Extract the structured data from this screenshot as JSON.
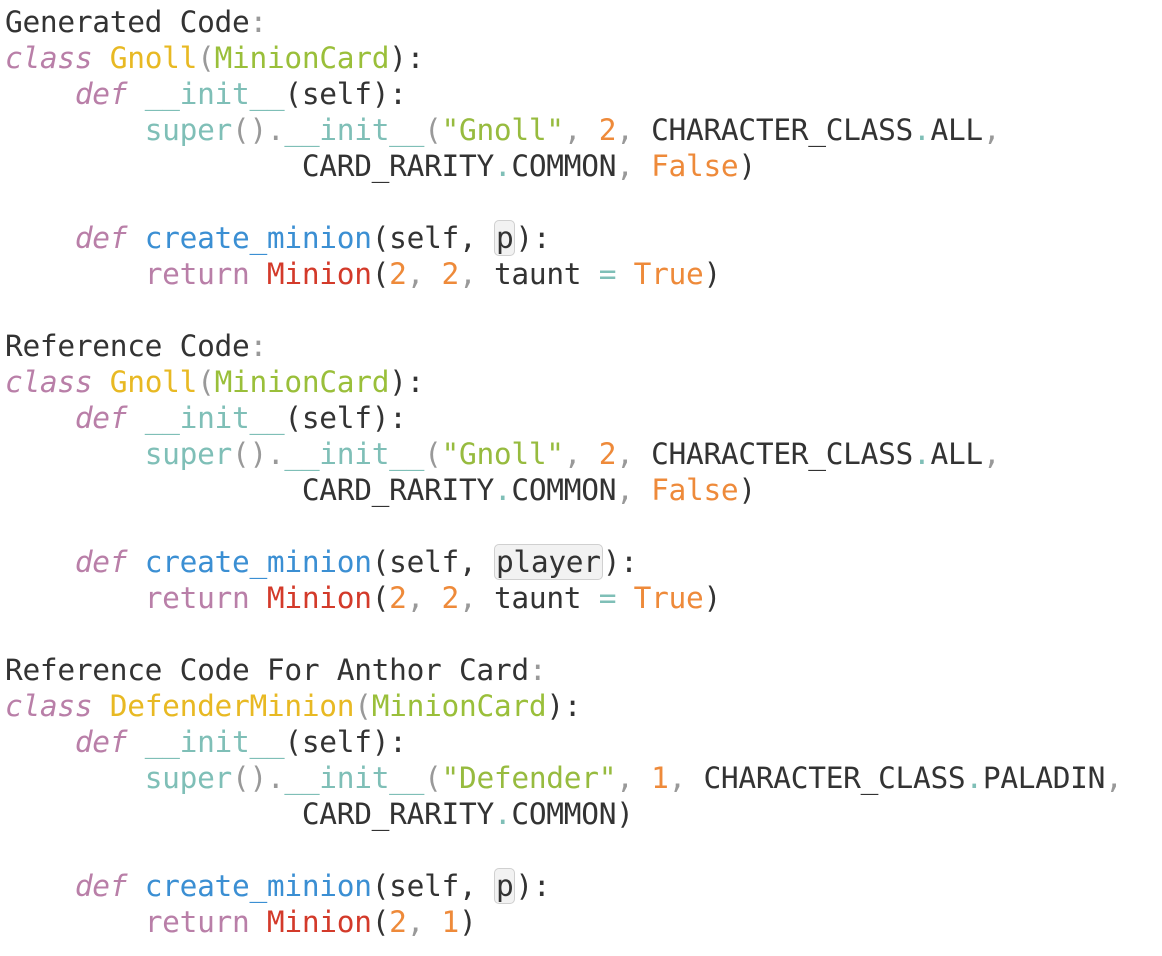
{
  "document": {
    "lines": [
      [
        {
          "t": "Generated Code",
          "c": "plain"
        },
        {
          "t": ":",
          "c": "muted"
        }
      ],
      [
        {
          "t": "class",
          "c": "kw"
        },
        {
          "t": " ",
          "c": "plain"
        },
        {
          "t": "Gnoll",
          "c": "cls"
        },
        {
          "t": "(",
          "c": "muted"
        },
        {
          "t": "MinionCard",
          "c": "base"
        },
        {
          "t": "):",
          "c": "punct"
        }
      ],
      [
        {
          "t": "    ",
          "c": "plain"
        },
        {
          "t": "def",
          "c": "kw"
        },
        {
          "t": " ",
          "c": "plain"
        },
        {
          "t": "__init__",
          "c": "dunder"
        },
        {
          "t": "(self):",
          "c": "punct"
        }
      ],
      [
        {
          "t": "        ",
          "c": "plain"
        },
        {
          "t": "super",
          "c": "dunder"
        },
        {
          "t": "().",
          "c": "muted"
        },
        {
          "t": "__init__",
          "c": "dunder"
        },
        {
          "t": "(",
          "c": "muted"
        },
        {
          "t": "\"Gnoll\"",
          "c": "str"
        },
        {
          "t": ", ",
          "c": "muted"
        },
        {
          "t": "2",
          "c": "num"
        },
        {
          "t": ", ",
          "c": "muted"
        },
        {
          "t": "CHARACTER_CLASS",
          "c": "plain"
        },
        {
          "t": ".",
          "c": "dot"
        },
        {
          "t": "ALL",
          "c": "plain"
        },
        {
          "t": ",",
          "c": "muted"
        }
      ],
      [
        {
          "t": "                 ",
          "c": "plain"
        },
        {
          "t": "CARD_RARITY",
          "c": "plain"
        },
        {
          "t": ".",
          "c": "dot"
        },
        {
          "t": "COMMON",
          "c": "plain"
        },
        {
          "t": ", ",
          "c": "muted"
        },
        {
          "t": "False",
          "c": "const"
        },
        {
          "t": ")",
          "c": "punct"
        }
      ],
      [
        {
          "t": "",
          "c": "plain"
        }
      ],
      [
        {
          "t": "    ",
          "c": "plain"
        },
        {
          "t": "def",
          "c": "kw"
        },
        {
          "t": " ",
          "c": "plain"
        },
        {
          "t": "create_minion",
          "c": "func"
        },
        {
          "t": "(self, ",
          "c": "punct"
        },
        {
          "t": "p",
          "c": "hl"
        },
        {
          "t": "):",
          "c": "punct"
        }
      ],
      [
        {
          "t": "        ",
          "c": "plain"
        },
        {
          "t": "return",
          "c": "ret"
        },
        {
          "t": " ",
          "c": "plain"
        },
        {
          "t": "Minion",
          "c": "call"
        },
        {
          "t": "(",
          "c": "punct"
        },
        {
          "t": "2",
          "c": "num"
        },
        {
          "t": ", ",
          "c": "muted"
        },
        {
          "t": "2",
          "c": "num"
        },
        {
          "t": ", ",
          "c": "muted"
        },
        {
          "t": "taunt ",
          "c": "plain"
        },
        {
          "t": "=",
          "c": "dot"
        },
        {
          "t": " ",
          "c": "plain"
        },
        {
          "t": "True",
          "c": "const"
        },
        {
          "t": ")",
          "c": "punct"
        }
      ],
      [
        {
          "t": "",
          "c": "plain"
        }
      ],
      [
        {
          "t": "Reference Code",
          "c": "plain"
        },
        {
          "t": ":",
          "c": "muted"
        }
      ],
      [
        {
          "t": "class",
          "c": "kw"
        },
        {
          "t": " ",
          "c": "plain"
        },
        {
          "t": "Gnoll",
          "c": "cls"
        },
        {
          "t": "(",
          "c": "muted"
        },
        {
          "t": "MinionCard",
          "c": "base"
        },
        {
          "t": "):",
          "c": "punct"
        }
      ],
      [
        {
          "t": "    ",
          "c": "plain"
        },
        {
          "t": "def",
          "c": "kw"
        },
        {
          "t": " ",
          "c": "plain"
        },
        {
          "t": "__init__",
          "c": "dunder"
        },
        {
          "t": "(self):",
          "c": "punct"
        }
      ],
      [
        {
          "t": "        ",
          "c": "plain"
        },
        {
          "t": "super",
          "c": "dunder"
        },
        {
          "t": "().",
          "c": "muted"
        },
        {
          "t": "__init__",
          "c": "dunder"
        },
        {
          "t": "(",
          "c": "muted"
        },
        {
          "t": "\"Gnoll\"",
          "c": "str"
        },
        {
          "t": ", ",
          "c": "muted"
        },
        {
          "t": "2",
          "c": "num"
        },
        {
          "t": ", ",
          "c": "muted"
        },
        {
          "t": "CHARACTER_CLASS",
          "c": "plain"
        },
        {
          "t": ".",
          "c": "dot"
        },
        {
          "t": "ALL",
          "c": "plain"
        },
        {
          "t": ",",
          "c": "muted"
        }
      ],
      [
        {
          "t": "                 ",
          "c": "plain"
        },
        {
          "t": "CARD_RARITY",
          "c": "plain"
        },
        {
          "t": ".",
          "c": "dot"
        },
        {
          "t": "COMMON",
          "c": "plain"
        },
        {
          "t": ", ",
          "c": "muted"
        },
        {
          "t": "False",
          "c": "const"
        },
        {
          "t": ")",
          "c": "punct"
        }
      ],
      [
        {
          "t": "",
          "c": "plain"
        }
      ],
      [
        {
          "t": "    ",
          "c": "plain"
        },
        {
          "t": "def",
          "c": "kw"
        },
        {
          "t": " ",
          "c": "plain"
        },
        {
          "t": "create_minion",
          "c": "func"
        },
        {
          "t": "(self, ",
          "c": "punct"
        },
        {
          "t": "player",
          "c": "hl"
        },
        {
          "t": "):",
          "c": "punct"
        }
      ],
      [
        {
          "t": "        ",
          "c": "plain"
        },
        {
          "t": "return",
          "c": "ret"
        },
        {
          "t": " ",
          "c": "plain"
        },
        {
          "t": "Minion",
          "c": "call"
        },
        {
          "t": "(",
          "c": "punct"
        },
        {
          "t": "2",
          "c": "num"
        },
        {
          "t": ", ",
          "c": "muted"
        },
        {
          "t": "2",
          "c": "num"
        },
        {
          "t": ", ",
          "c": "muted"
        },
        {
          "t": "taunt ",
          "c": "plain"
        },
        {
          "t": "=",
          "c": "dot"
        },
        {
          "t": " ",
          "c": "plain"
        },
        {
          "t": "True",
          "c": "const"
        },
        {
          "t": ")",
          "c": "punct"
        }
      ],
      [
        {
          "t": "",
          "c": "plain"
        }
      ],
      [
        {
          "t": "Reference Code For Anthor Card",
          "c": "plain"
        },
        {
          "t": ":",
          "c": "muted"
        }
      ],
      [
        {
          "t": "class",
          "c": "kw"
        },
        {
          "t": " ",
          "c": "plain"
        },
        {
          "t": "DefenderMinion",
          "c": "cls"
        },
        {
          "t": "(",
          "c": "muted"
        },
        {
          "t": "MinionCard",
          "c": "base"
        },
        {
          "t": "):",
          "c": "punct"
        }
      ],
      [
        {
          "t": "    ",
          "c": "plain"
        },
        {
          "t": "def",
          "c": "kw"
        },
        {
          "t": " ",
          "c": "plain"
        },
        {
          "t": "__init__",
          "c": "dunder"
        },
        {
          "t": "(self):",
          "c": "punct"
        }
      ],
      [
        {
          "t": "        ",
          "c": "plain"
        },
        {
          "t": "super",
          "c": "dunder"
        },
        {
          "t": "().",
          "c": "muted"
        },
        {
          "t": "__init__",
          "c": "dunder"
        },
        {
          "t": "(",
          "c": "muted"
        },
        {
          "t": "\"Defender\"",
          "c": "str"
        },
        {
          "t": ", ",
          "c": "muted"
        },
        {
          "t": "1",
          "c": "num"
        },
        {
          "t": ", ",
          "c": "muted"
        },
        {
          "t": "CHARACTER_CLASS",
          "c": "plain"
        },
        {
          "t": ".",
          "c": "dot"
        },
        {
          "t": "PALADIN",
          "c": "plain"
        },
        {
          "t": ",",
          "c": "muted"
        }
      ],
      [
        {
          "t": "                 ",
          "c": "plain"
        },
        {
          "t": "CARD_RARITY",
          "c": "plain"
        },
        {
          "t": ".",
          "c": "dot"
        },
        {
          "t": "COMMON",
          "c": "plain"
        },
        {
          "t": ")",
          "c": "punct"
        }
      ],
      [
        {
          "t": "",
          "c": "plain"
        }
      ],
      [
        {
          "t": "    ",
          "c": "plain"
        },
        {
          "t": "def",
          "c": "kw"
        },
        {
          "t": " ",
          "c": "plain"
        },
        {
          "t": "create_minion",
          "c": "func"
        },
        {
          "t": "(self, ",
          "c": "punct"
        },
        {
          "t": "p",
          "c": "hl"
        },
        {
          "t": "):",
          "c": "punct"
        }
      ],
      [
        {
          "t": "        ",
          "c": "plain"
        },
        {
          "t": "return",
          "c": "ret"
        },
        {
          "t": " ",
          "c": "plain"
        },
        {
          "t": "Minion",
          "c": "call"
        },
        {
          "t": "(",
          "c": "punct"
        },
        {
          "t": "2",
          "c": "num"
        },
        {
          "t": ", ",
          "c": "muted"
        },
        {
          "t": "1",
          "c": "num"
        },
        {
          "t": ")",
          "c": "punct"
        }
      ]
    ]
  },
  "colors": {
    "keyword": "#b97fa8",
    "class_name": "#e8b923",
    "base_class": "#9abf3a",
    "dunder": "#7fbfb7",
    "string": "#97bb3f",
    "number": "#ee8a3a",
    "function": "#3b8fd3",
    "call": "#d33a2a",
    "text": "#333333"
  }
}
